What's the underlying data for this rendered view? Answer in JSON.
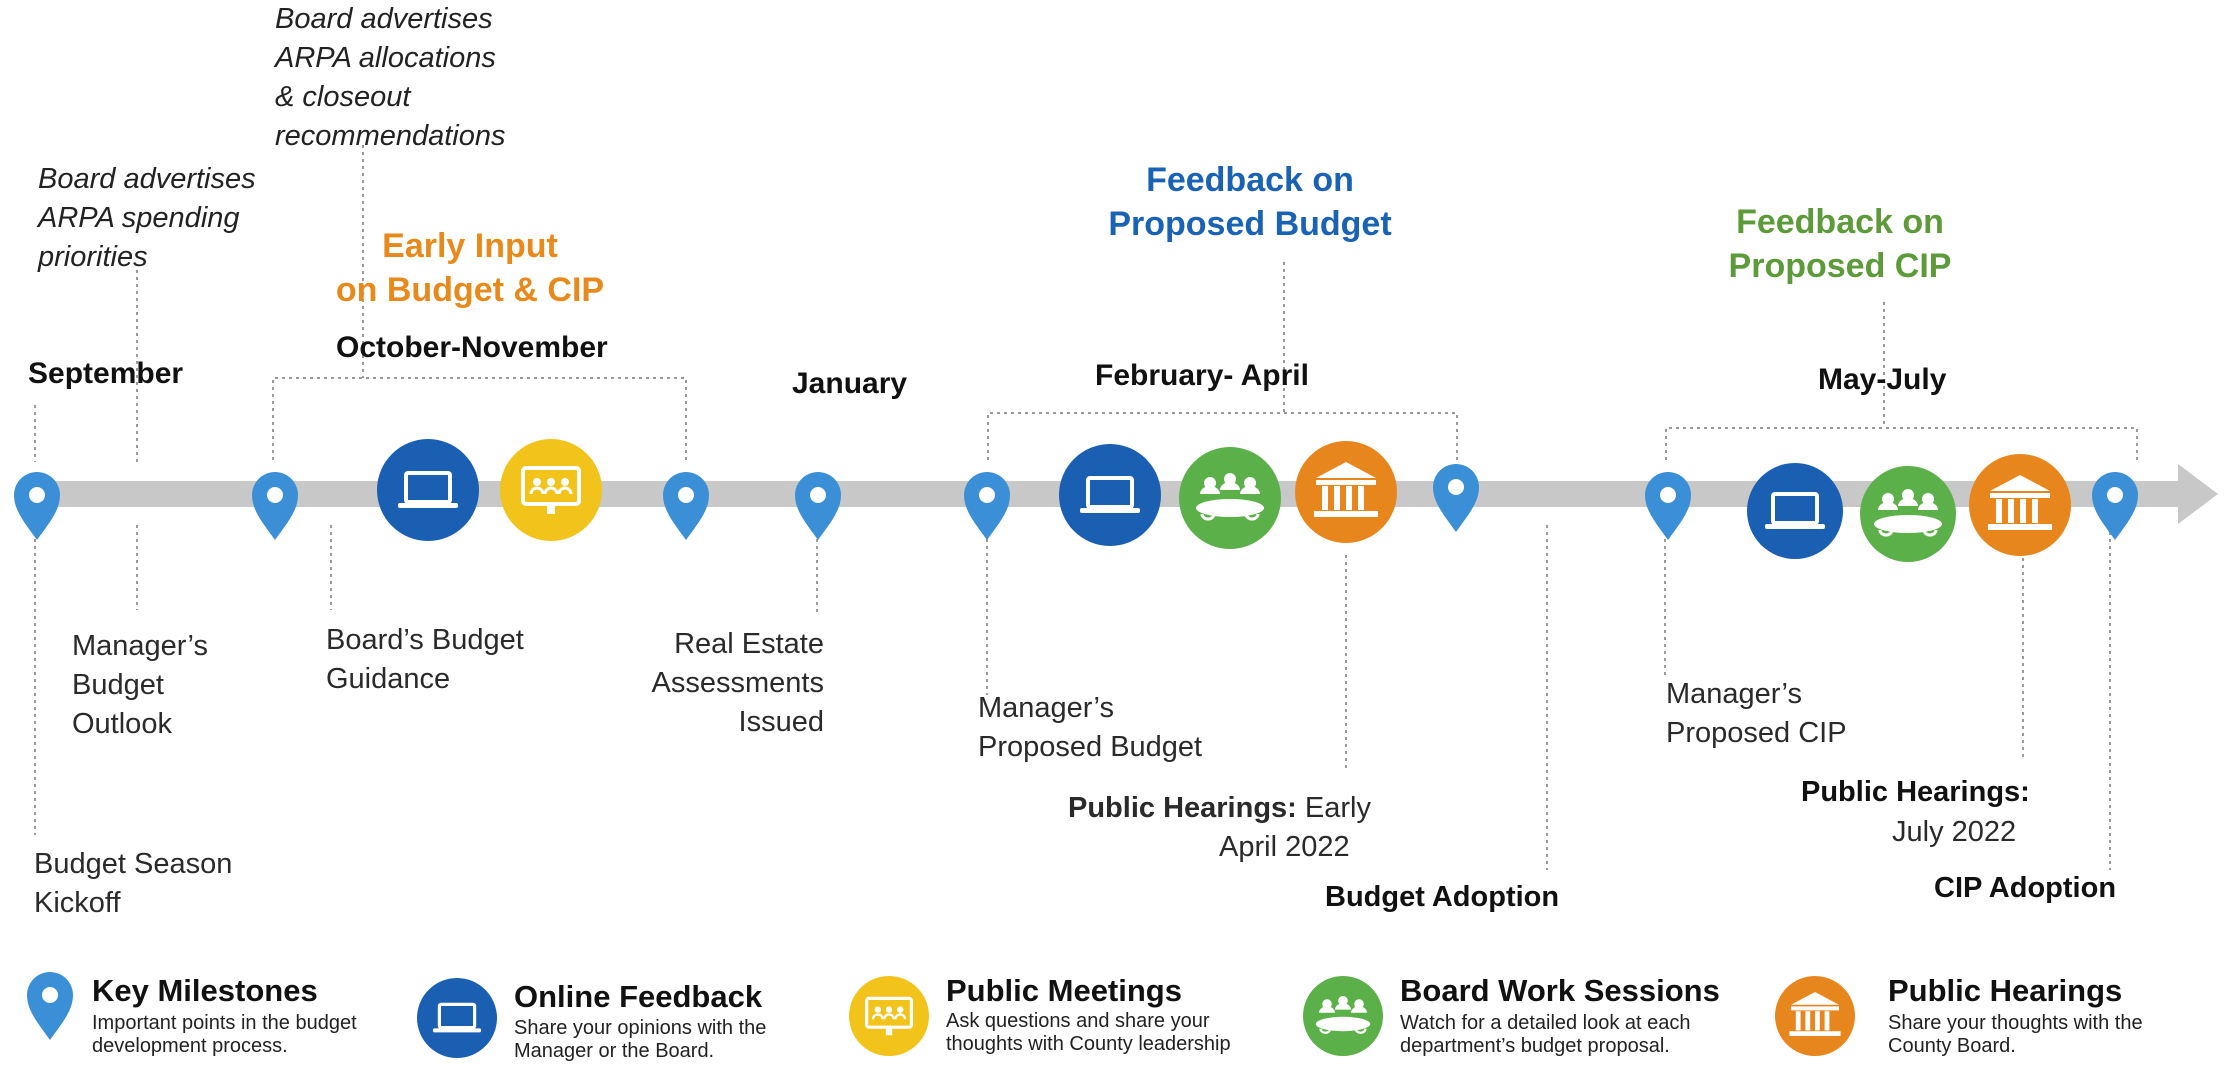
{
  "top": {
    "arpa_spending": "Board advertises\nARPA spending\npriorities",
    "arpa_allocations": "Board advertises\nARPA allocations\n& closeout\nrecommendations"
  },
  "phases": {
    "early_input": "Early Input\non Budget & CIP",
    "feedback_budget": "Feedback on\nProposed Budget",
    "feedback_cip": "Feedback on\nProposed CIP"
  },
  "months": {
    "september": "September",
    "oct_nov": "October-November",
    "january": "January",
    "feb_apr": "February-  April",
    "may_jul": "May-July"
  },
  "events": {
    "outlook": "Manager’s\nBudget\nOutlook",
    "guidance": "Board’s Budget\nGuidance",
    "assessments": "Real Estate\nAssessments\nIssued",
    "proposed_budget": "Manager’s\nProposed Budget",
    "kickoff": "Budget Season\nKickoff",
    "hearings_budget_label": "Public Hearings:",
    "hearings_budget_date1": "Early",
    "hearings_budget_date2": "April 2022",
    "budget_adoption": "Budget Adoption",
    "proposed_cip": "Manager’s\nProposed CIP",
    "hearings_cip_label": "Public Hearings:",
    "hearings_cip_date": "July 2022",
    "cip_adoption": "CIP Adoption"
  },
  "legend": [
    {
      "title": "Key Milestones",
      "desc": "Important points in the budget development process.",
      "icon": "map-pin-icon"
    },
    {
      "title": "Online Feedback",
      "desc": "Share your opinions with the Manager or the Board.",
      "icon": "laptop-icon"
    },
    {
      "title": "Public Meetings",
      "desc": "Ask questions  and  share your thoughts with County leadership",
      "icon": "presentation-icon"
    },
    {
      "title": "Board Work Sessions",
      "desc": "Watch for a detailed look at each department’s budget proposal.",
      "icon": "meeting-table-icon"
    },
    {
      "title": "Public Hearings",
      "desc": "Share your thoughts with the County Board.",
      "icon": "courthouse-icon"
    }
  ],
  "colors": {
    "pin": "#3a8fd6",
    "online": "#1b5fb3",
    "meetings": "#f2c31b",
    "work_sessions": "#5cb04a",
    "hearings": "#e8861e",
    "arrow": "#c8c8c8"
  }
}
